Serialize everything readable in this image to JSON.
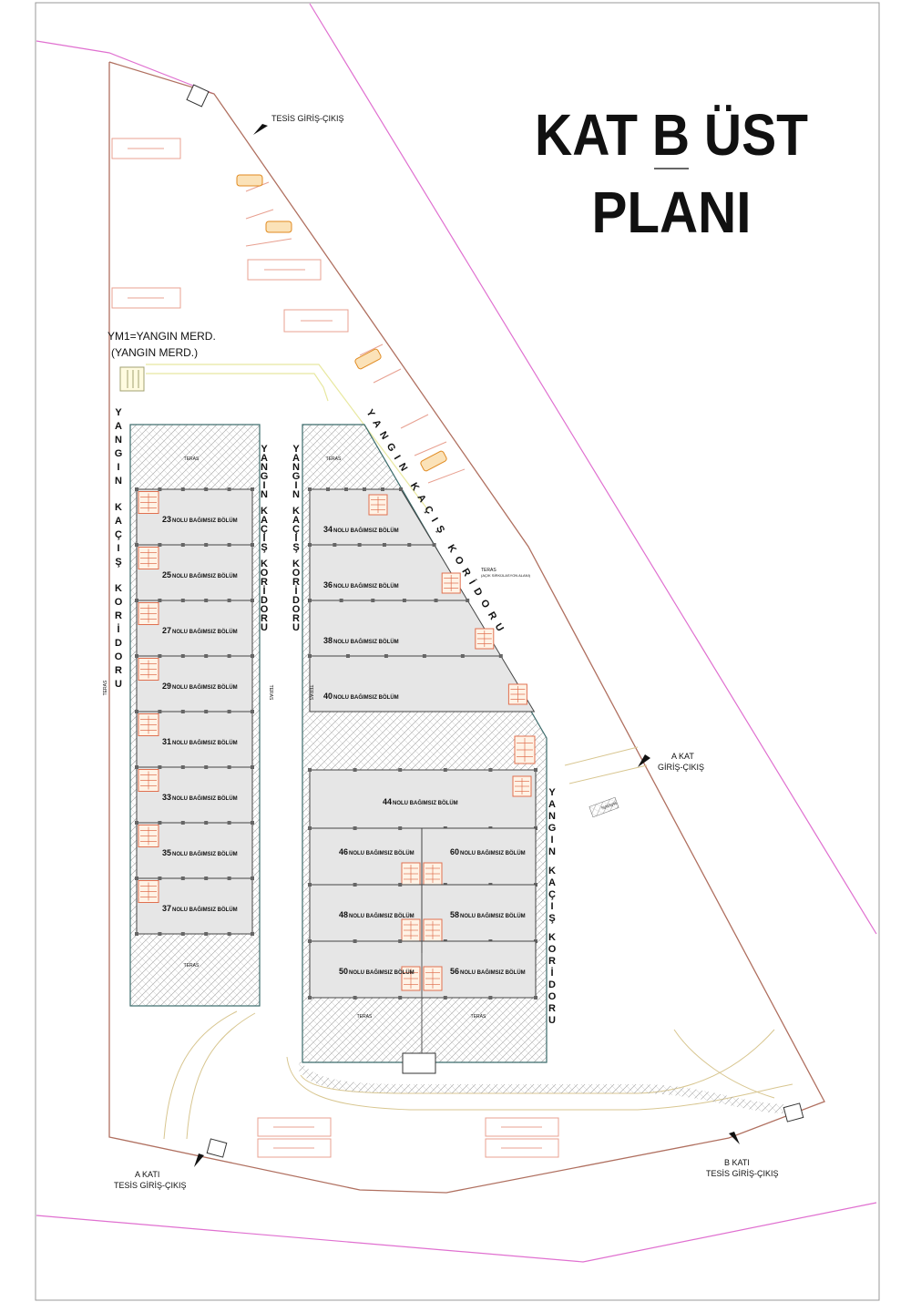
{
  "title": {
    "line1": "KAT B ÜST",
    "line2": "PLANI"
  },
  "labels": {
    "tesis_top": "TESİS GİRİŞ-ÇIKIŞ",
    "ym1": "YM1=YANGIN MERD.",
    "ym1_sub": "(YANGIN MERD.)",
    "a_kat_right_1": "A KAT",
    "a_kat_right_2": "GİRİŞ-ÇIKIŞ",
    "a_kati_bottom_1": "A KATI",
    "a_kati_bottom_2": "TESİS GİRİŞ-ÇIKIŞ",
    "b_kati_bottom_1": "B KATI",
    "b_kati_bottom_2": "TESİS GİRİŞ-ÇIKIŞ",
    "teras": "TERAS",
    "teras_note": "TERAS",
    "teras_note_sub": "(AÇIK SİRKÜLASYON ALANI)",
    "ramp_label": "%%%%"
  },
  "corridor": {
    "yangin": "YANGIN",
    "kacis": "KAÇIŞ",
    "koridoru": "KORİDORU"
  },
  "unit_suffix": "NOLU BAĞIMSIZ BÖLÜM",
  "units_left": [
    "23",
    "25",
    "27",
    "29",
    "31",
    "33",
    "35",
    "37"
  ],
  "units_right_top": [
    "34",
    "36",
    "38",
    "40"
  ],
  "unit_44": "44",
  "units_right_pairs": [
    [
      "46",
      "60"
    ],
    [
      "48",
      "58"
    ],
    [
      "50",
      "56"
    ]
  ],
  "colors": {
    "boundary": "#e070d0",
    "site_line": "#b07060",
    "block_outline": "#3a6a6a",
    "unit_fill": "#e6e6e6",
    "hatch": "#9a9a9a",
    "parking": "#e8a090",
    "car": "#e08a20",
    "stair": "#e07050"
  }
}
